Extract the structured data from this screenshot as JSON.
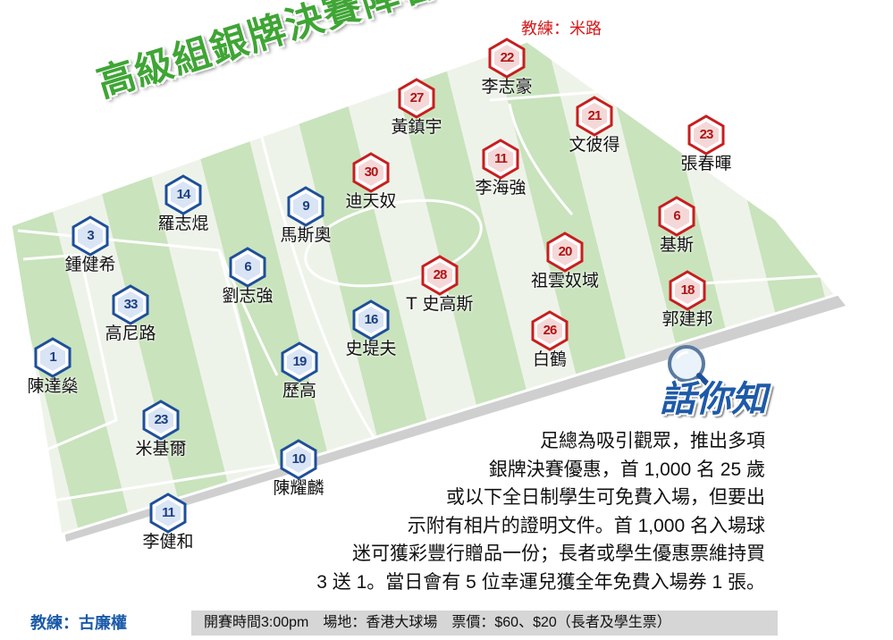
{
  "title": "高級組銀牌決賽陣容",
  "red_coach": "教練：米路",
  "blue_coach": "教練：古廉權",
  "colors": {
    "red": "#c81e1e",
    "blue": "#1e4f9a",
    "pitch_dark": "#c9e3bd",
    "pitch_light": "#eef3ea",
    "title_green": "#3fa535"
  },
  "red_team": [
    {
      "number": "22",
      "name": "李志豪"
    },
    {
      "number": "27",
      "name": "黃鎮宇"
    },
    {
      "number": "21",
      "name": "文彼得"
    },
    {
      "number": "23",
      "name": "張春暉"
    },
    {
      "number": "30",
      "name": "迪天奴"
    },
    {
      "number": "11",
      "name": "李海強"
    },
    {
      "number": "6",
      "name": "基斯"
    },
    {
      "number": "20",
      "name": "祖雲奴域"
    },
    {
      "number": "28",
      "name": "T 史高斯"
    },
    {
      "number": "18",
      "name": "郭建邦"
    },
    {
      "number": "26",
      "name": "白鶴"
    }
  ],
  "blue_team": [
    {
      "number": "14",
      "name": "羅志焜"
    },
    {
      "number": "9",
      "name": "馬斯奧"
    },
    {
      "number": "3",
      "name": "鍾健希"
    },
    {
      "number": "6",
      "name": "劉志強"
    },
    {
      "number": "33",
      "name": "高尼路"
    },
    {
      "number": "16",
      "name": "史堤夫"
    },
    {
      "number": "1",
      "name": "陳達燊"
    },
    {
      "number": "19",
      "name": "歷高"
    },
    {
      "number": "23",
      "name": "米基爾"
    },
    {
      "number": "10",
      "name": "陳耀麟"
    },
    {
      "number": "11",
      "name": "李健和"
    }
  ],
  "info": {
    "heading": "話你知",
    "heading_icon": "magnifier-icon",
    "lines": [
      "足總為吸引觀眾，推出多項",
      "銀牌決賽優惠，首 1,000 名 25 歲",
      "或以下全日制學生可免費入場，但要出",
      "示附有相片的證明文件。首 1,000 名入場球",
      "迷可獲彩豐行贈品一份；長者或學生優惠票維持買",
      "3 送 1。當日會有 5 位幸運兒獲全年免費入場券 1 張。"
    ]
  },
  "footer": "開賽時間3:00pm　場地：香港大球場　票價：$60、$20（長者及學生票）"
}
